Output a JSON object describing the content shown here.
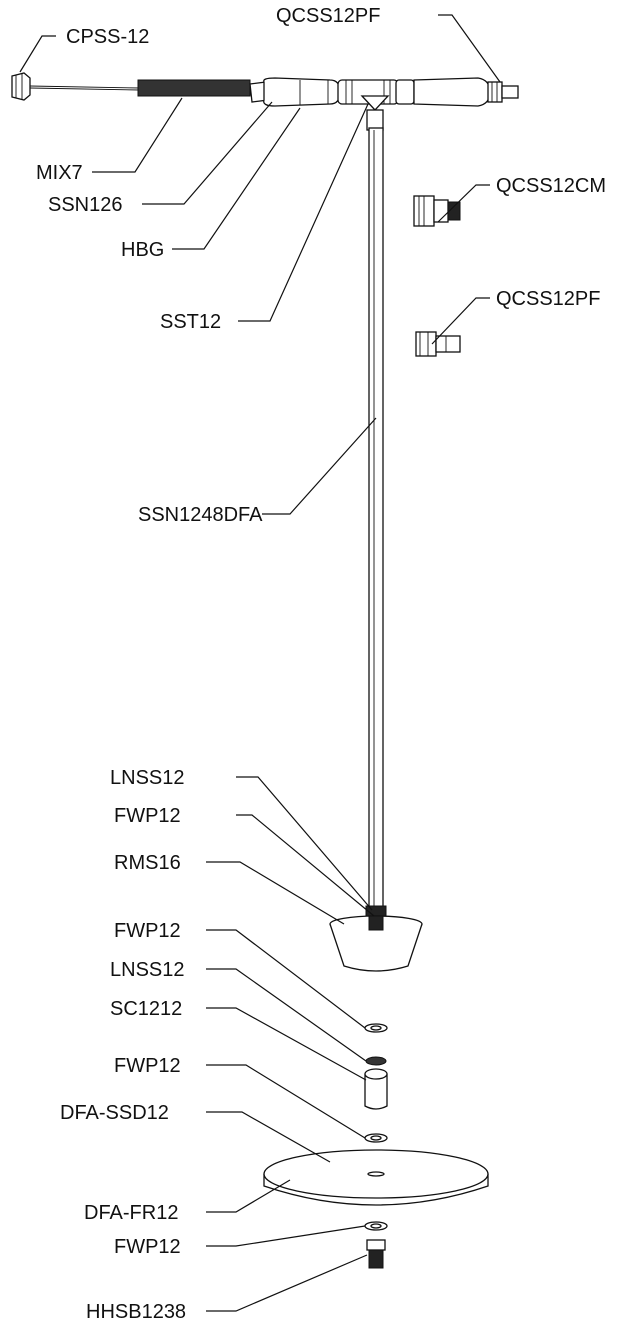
{
  "labels": {
    "cpss12": "CPSS-12",
    "mix7": "MIX7",
    "ssn126": "SSN126",
    "hbg": "HBG",
    "sst12": "SST12",
    "qcss12pf_top": "QCSS12PF",
    "qcss12cm": "QCSS12CM",
    "qcss12pf_mid": "QCSS12PF",
    "ssn1248dfa": "SSN1248DFA",
    "lnss12_top": "LNSS12",
    "fwp12_a": "FWP12",
    "rms16": "RMS16",
    "fwp12_b": "FWP12",
    "lnss12_bottom": "LNSS12",
    "sc1212": "SC1212",
    "fwp12_c": "FWP12",
    "dfa_ssd12": "DFA-SSD12",
    "dfa_fr12": "DFA-FR12",
    "fwp12_d": "FWP12",
    "hhsb1238": "HHSB1238"
  }
}
